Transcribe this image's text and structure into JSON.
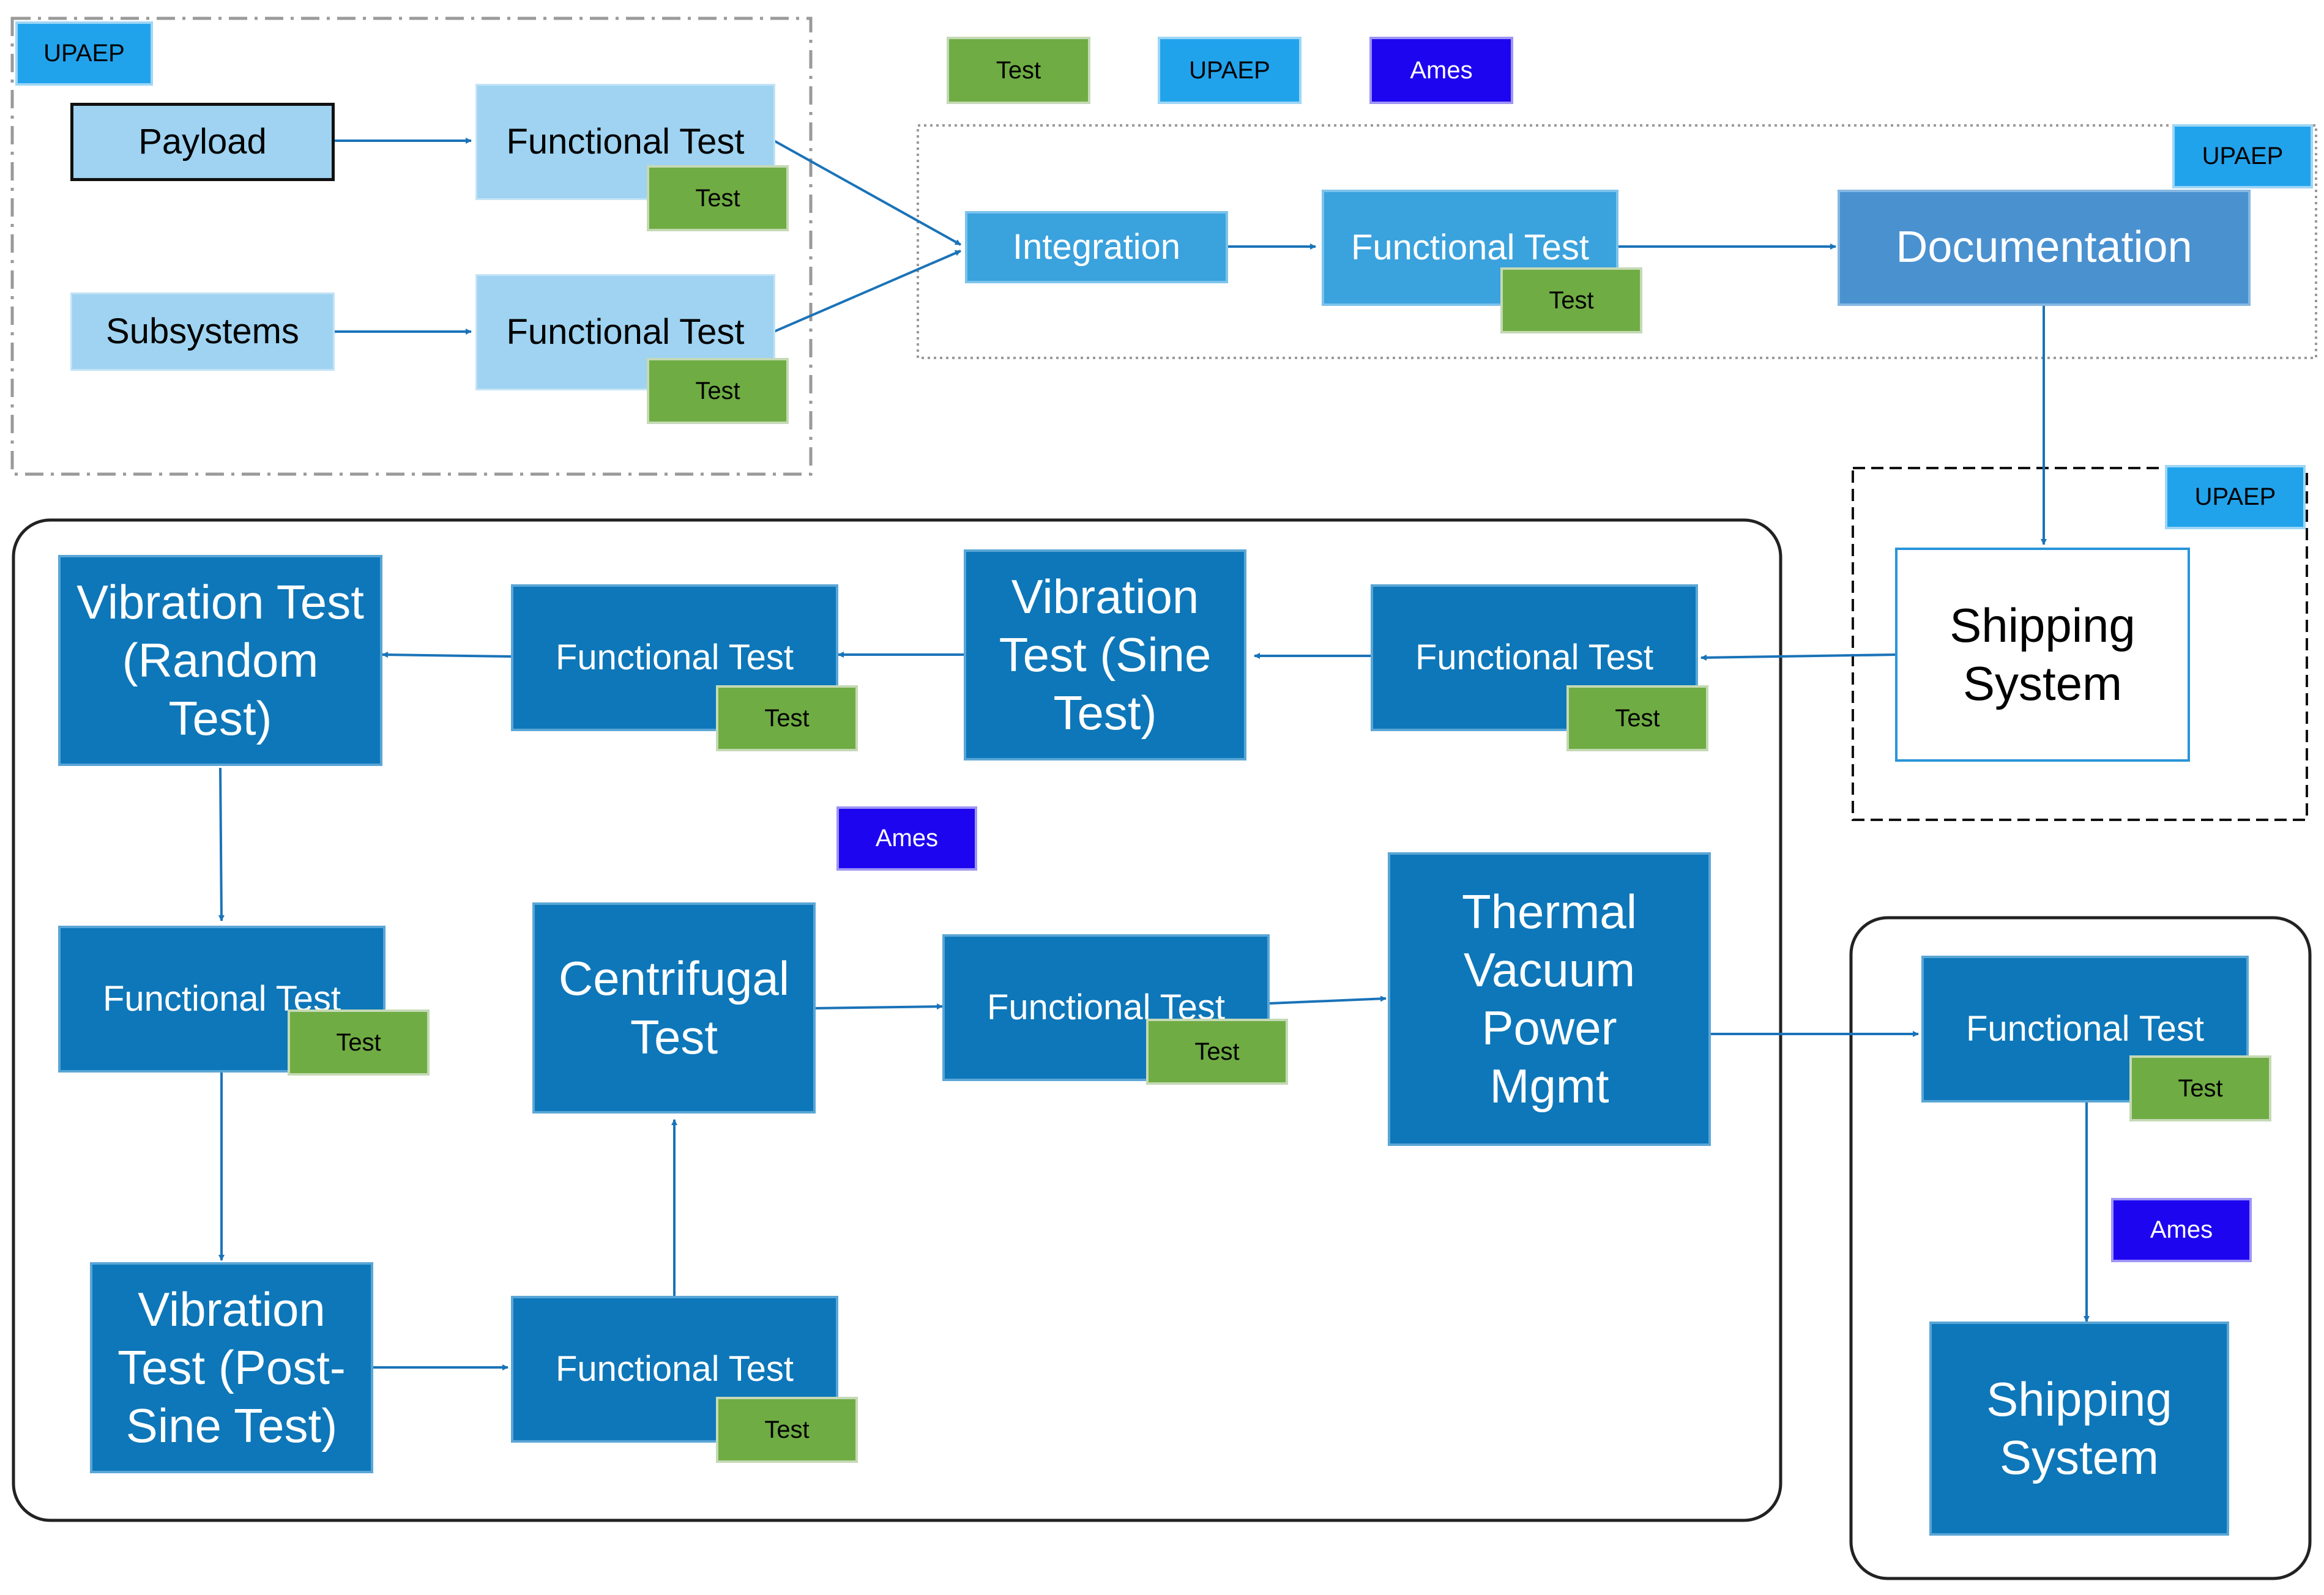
{
  "legend": {
    "test": "Test",
    "upaep": "UPAEP",
    "ames": "Ames"
  },
  "nodes": {
    "payload": "Payload",
    "subsystems": "Subsystems",
    "functional_test": "Functional Test",
    "integration": "Integration",
    "documentation": "Documentation",
    "shipping_system": "Shipping System",
    "vibration_sine": "Vibration Test (Sine Test)",
    "vibration_random": "Vibration Test (Random Test)",
    "vibration_post_sine": "Vibration Test (Post-Sine Test)",
    "centrifugal": "Centrifugal Test",
    "thermal_vacuum": "Thermal Vacuum Power Mgmt"
  },
  "tags": {
    "test": "Test",
    "upaep": "UPAEP",
    "ames": "Ames"
  },
  "colors": {
    "test_tag": "#6fac44",
    "upaep_tag": "#21a3ec",
    "ames_tag": "#1e05f0",
    "light_box": "#9fd3f1",
    "mid_box": "#3aa2dd",
    "documentation_box": "#4a91d0",
    "dark_box": "#0d77b9",
    "connector": "#1a73b8"
  }
}
